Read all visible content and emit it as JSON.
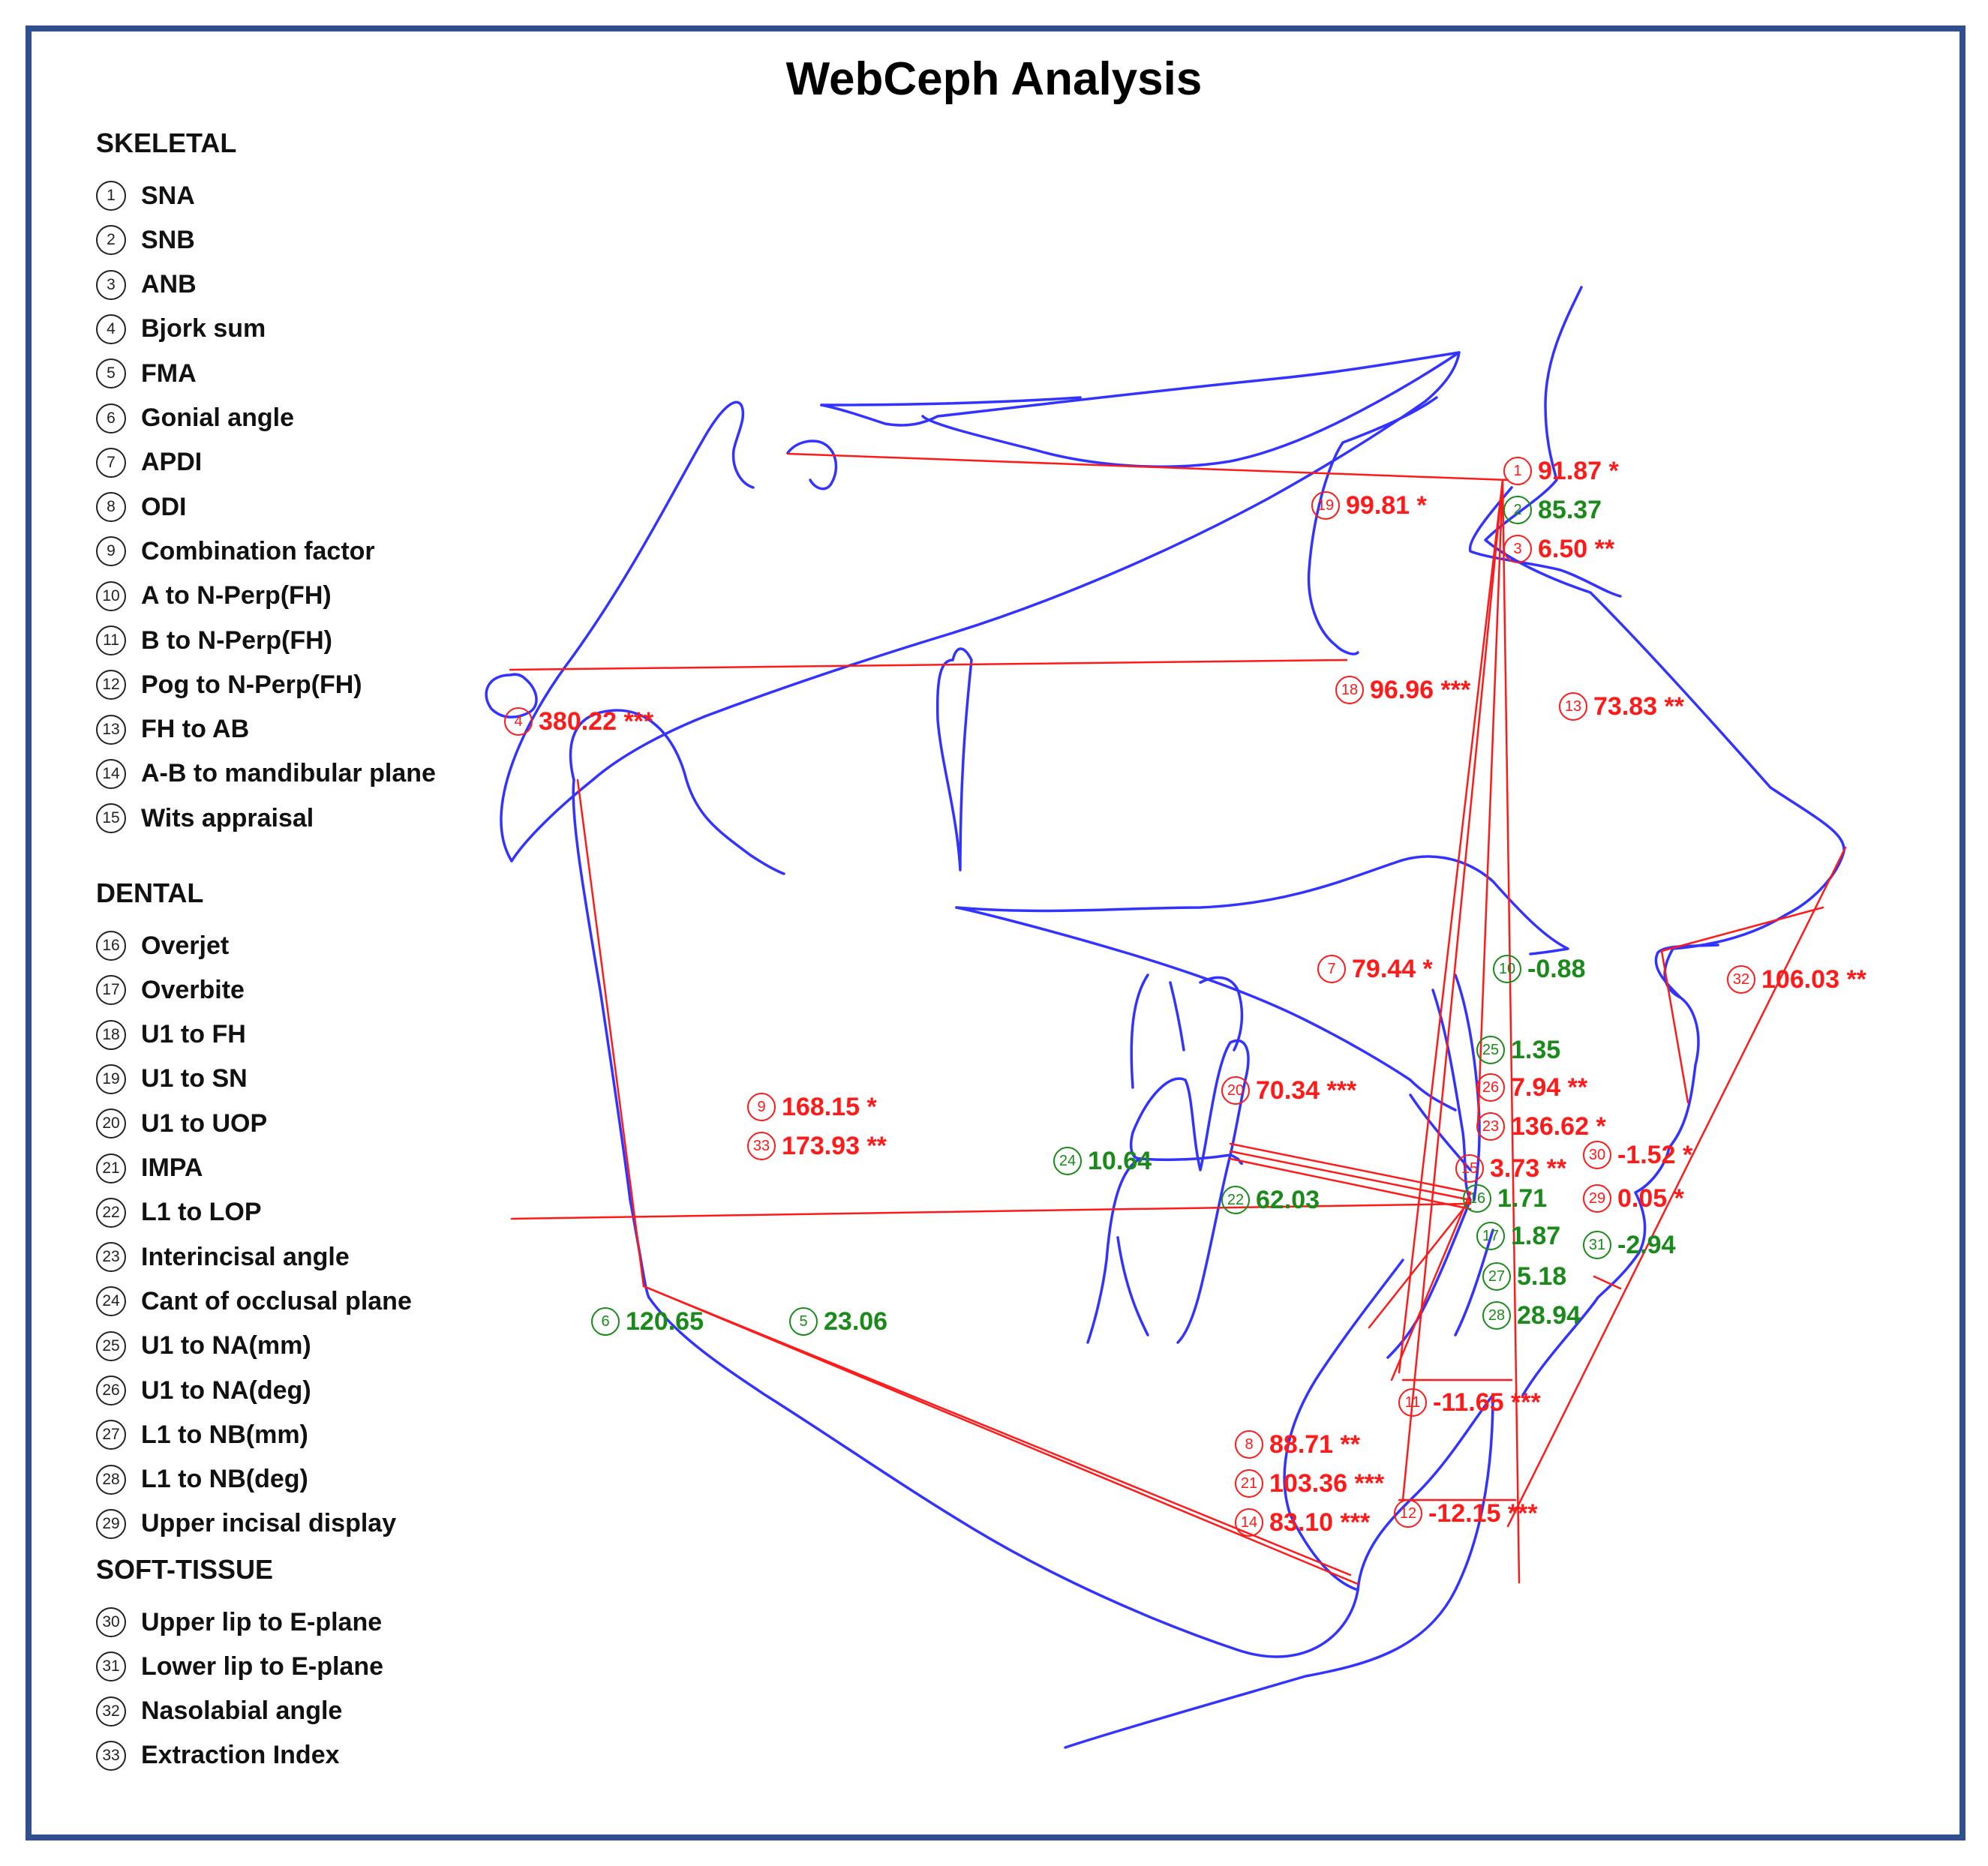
{
  "title": "WebCeph Analysis",
  "colors": {
    "frame": "#2f4f8f",
    "tracing": "#3333ff",
    "measure_lines": "#ff1a1a",
    "abnormal": "#ff1a1a",
    "normal": "#1a8a1a"
  },
  "legend": {
    "sections": [
      {
        "title": "SKELETAL",
        "items": [
          {
            "num": "1",
            "label": "SNA"
          },
          {
            "num": "2",
            "label": "SNB"
          },
          {
            "num": "3",
            "label": "ANB"
          },
          {
            "num": "4",
            "label": "Bjork sum"
          },
          {
            "num": "5",
            "label": "FMA"
          },
          {
            "num": "6",
            "label": "Gonial angle"
          },
          {
            "num": "7",
            "label": "APDI"
          },
          {
            "num": "8",
            "label": "ODI"
          },
          {
            "num": "9",
            "label": "Combination factor"
          },
          {
            "num": "10",
            "label": "A to N-Perp(FH)"
          },
          {
            "num": "11",
            "label": "B to N-Perp(FH)"
          },
          {
            "num": "12",
            "label": "Pog to N-Perp(FH)"
          },
          {
            "num": "13",
            "label": "FH to AB"
          },
          {
            "num": "14",
            "label": "A-B to mandibular plane"
          },
          {
            "num": "15",
            "label": "Wits appraisal"
          }
        ]
      },
      {
        "title": "DENTAL",
        "items": [
          {
            "num": "16",
            "label": "Overjet"
          },
          {
            "num": "17",
            "label": "Overbite"
          },
          {
            "num": "18",
            "label": "U1 to FH"
          },
          {
            "num": "19",
            "label": "U1 to SN"
          },
          {
            "num": "20",
            "label": "U1 to UOP"
          },
          {
            "num": "21",
            "label": "IMPA"
          },
          {
            "num": "22",
            "label": "L1 to LOP"
          },
          {
            "num": "23",
            "label": "Interincisal angle"
          },
          {
            "num": "24",
            "label": "Cant of occlusal plane"
          },
          {
            "num": "25",
            "label": "U1 to NA(mm)"
          },
          {
            "num": "26",
            "label": "U1 to NA(deg)"
          },
          {
            "num": "27",
            "label": "L1 to NB(mm)"
          },
          {
            "num": "28",
            "label": "L1 to NB(deg)"
          },
          {
            "num": "29",
            "label": "Upper incisal display"
          }
        ]
      },
      {
        "title": "SOFT-TISSUE",
        "items": [
          {
            "num": "30",
            "label": "Upper lip to E-plane"
          },
          {
            "num": "31",
            "label": "Lower lip to E-plane"
          },
          {
            "num": "32",
            "label": "Nasolabial angle"
          },
          {
            "num": "33",
            "label": "Extraction Index"
          }
        ]
      }
    ]
  },
  "values": [
    {
      "num": "1",
      "value": "91.87",
      "sig": "*",
      "status": "abnormal"
    },
    {
      "num": "2",
      "value": "85.37",
      "sig": "",
      "status": "normal"
    },
    {
      "num": "3",
      "value": "6.50",
      "sig": "**",
      "status": "abnormal"
    },
    {
      "num": "19",
      "value": "99.81",
      "sig": "*",
      "status": "abnormal"
    },
    {
      "num": "18",
      "value": "96.96",
      "sig": "***",
      "status": "abnormal"
    },
    {
      "num": "13",
      "value": "73.83",
      "sig": "**",
      "status": "abnormal"
    },
    {
      "num": "4",
      "value": "380.22",
      "sig": "***",
      "status": "abnormal"
    },
    {
      "num": "7",
      "value": "79.44",
      "sig": "*",
      "status": "abnormal"
    },
    {
      "num": "10",
      "value": "-0.88",
      "sig": "",
      "status": "normal"
    },
    {
      "num": "32",
      "value": "106.03",
      "sig": "**",
      "status": "abnormal"
    },
    {
      "num": "25",
      "value": "1.35",
      "sig": "",
      "status": "normal"
    },
    {
      "num": "26",
      "value": "7.94",
      "sig": "**",
      "status": "abnormal"
    },
    {
      "num": "20",
      "value": "70.34",
      "sig": "***",
      "status": "abnormal"
    },
    {
      "num": "23",
      "value": "136.62",
      "sig": "*",
      "status": "abnormal"
    },
    {
      "num": "9",
      "value": "168.15",
      "sig": "*",
      "status": "abnormal"
    },
    {
      "num": "33",
      "value": "173.93",
      "sig": "**",
      "status": "abnormal"
    },
    {
      "num": "30",
      "value": "-1.52",
      "sig": "*",
      "status": "abnormal"
    },
    {
      "num": "24",
      "value": "10.64",
      "sig": "",
      "status": "normal"
    },
    {
      "num": "15",
      "value": "3.73",
      "sig": "**",
      "status": "abnormal"
    },
    {
      "num": "16",
      "value": "1.71",
      "sig": "",
      "status": "normal"
    },
    {
      "num": "29",
      "value": "0.05",
      "sig": "*",
      "status": "abnormal"
    },
    {
      "num": "22",
      "value": "62.03",
      "sig": "",
      "status": "normal"
    },
    {
      "num": "17",
      "value": "1.87",
      "sig": "",
      "status": "normal"
    },
    {
      "num": "31",
      "value": "-2.94",
      "sig": "",
      "status": "normal"
    },
    {
      "num": "27",
      "value": "5.18",
      "sig": "",
      "status": "normal"
    },
    {
      "num": "28",
      "value": "28.94",
      "sig": "",
      "status": "normal"
    },
    {
      "num": "6",
      "value": "120.65",
      "sig": "",
      "status": "normal"
    },
    {
      "num": "5",
      "value": "23.06",
      "sig": "",
      "status": "normal"
    },
    {
      "num": "11",
      "value": "-11.65",
      "sig": "***",
      "status": "abnormal"
    },
    {
      "num": "8",
      "value": "88.71",
      "sig": "**",
      "status": "abnormal"
    },
    {
      "num": "21",
      "value": "103.36",
      "sig": "***",
      "status": "abnormal"
    },
    {
      "num": "14",
      "value": "83.10",
      "sig": "***",
      "status": "abnormal"
    },
    {
      "num": "12",
      "value": "-12.15",
      "sig": "***",
      "status": "abnormal"
    }
  ]
}
